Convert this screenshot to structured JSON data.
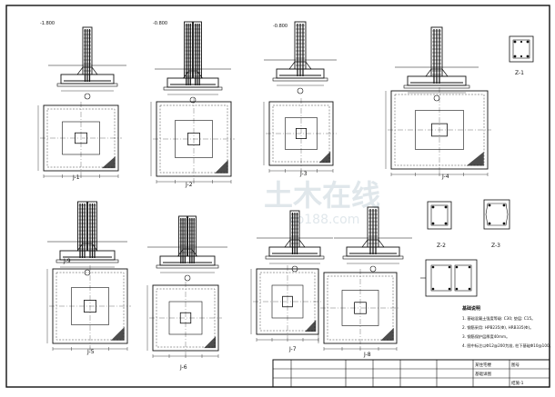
{
  "drawing": {
    "line_color": "#111111",
    "rebar_color": "#222222",
    "paper_color": "#ffffff",
    "watermark_color": "#c8d4dc"
  },
  "watermark": {
    "brand_text": "土木在线",
    "site_text": "co188.com"
  },
  "elevations": {
    "top_left": "-1.800",
    "col_b": "-0.800",
    "col_c": "-0.800"
  },
  "section_labels": {
    "s1": "J-1",
    "s2": "J-2",
    "s3": "J-3",
    "s4": "J-4",
    "s5": "J-5",
    "s6": "J-6",
    "s7": "J-7",
    "s8": "J-8",
    "s9": "J-9",
    "z1": "Z-1",
    "z2": "Z-2",
    "z3": "Z-3"
  },
  "notes": {
    "heading": "基础说明",
    "items": [
      "1. 基础混凝土强度等级: C30; 垫层: C15。",
      "2. 钢筋采用: HPB235(Φ), HRB335(Φ)。",
      "3. 钢筋保护层厚度40mm。",
      "4. 图中标注以Φ12@200为准, 柱下基础Φ10@100。"
    ]
  },
  "title_block": {
    "project": "某住宅楼",
    "drawing_name": "基础详图",
    "sheet_label": "结施-1",
    "sheet_no": "图号"
  }
}
